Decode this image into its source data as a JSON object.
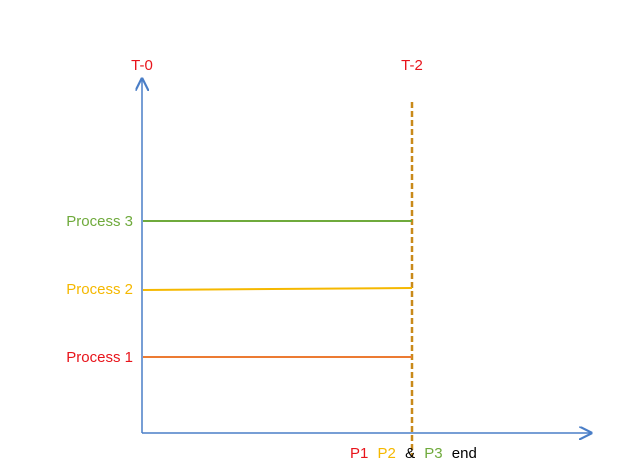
{
  "timeline": {
    "start_marker": {
      "label": "T-0",
      "color": "#e8141b"
    },
    "end_marker": {
      "label": "T-2",
      "color": "#e8141b"
    },
    "axis_color": "#4a7ec7",
    "boundary_line_color": "#c98a1a"
  },
  "processes": [
    {
      "label": "Process 3",
      "color": "#6faa3c"
    },
    {
      "label": "Process 2",
      "color": "#f5b800"
    },
    {
      "label": "Process 1",
      "color": "#e8141b",
      "bar_color": "#ec7b32"
    }
  ],
  "end_caption": {
    "p1": {
      "text": "P1",
      "color": "#e8141b"
    },
    "p2": {
      "text": "P2",
      "color": "#f5b800"
    },
    "amp": {
      "text": "&",
      "color": "#000000"
    },
    "p3": {
      "text": "P3",
      "color": "#6faa3c"
    },
    "end": {
      "text": "end",
      "color": "#000000"
    }
  }
}
